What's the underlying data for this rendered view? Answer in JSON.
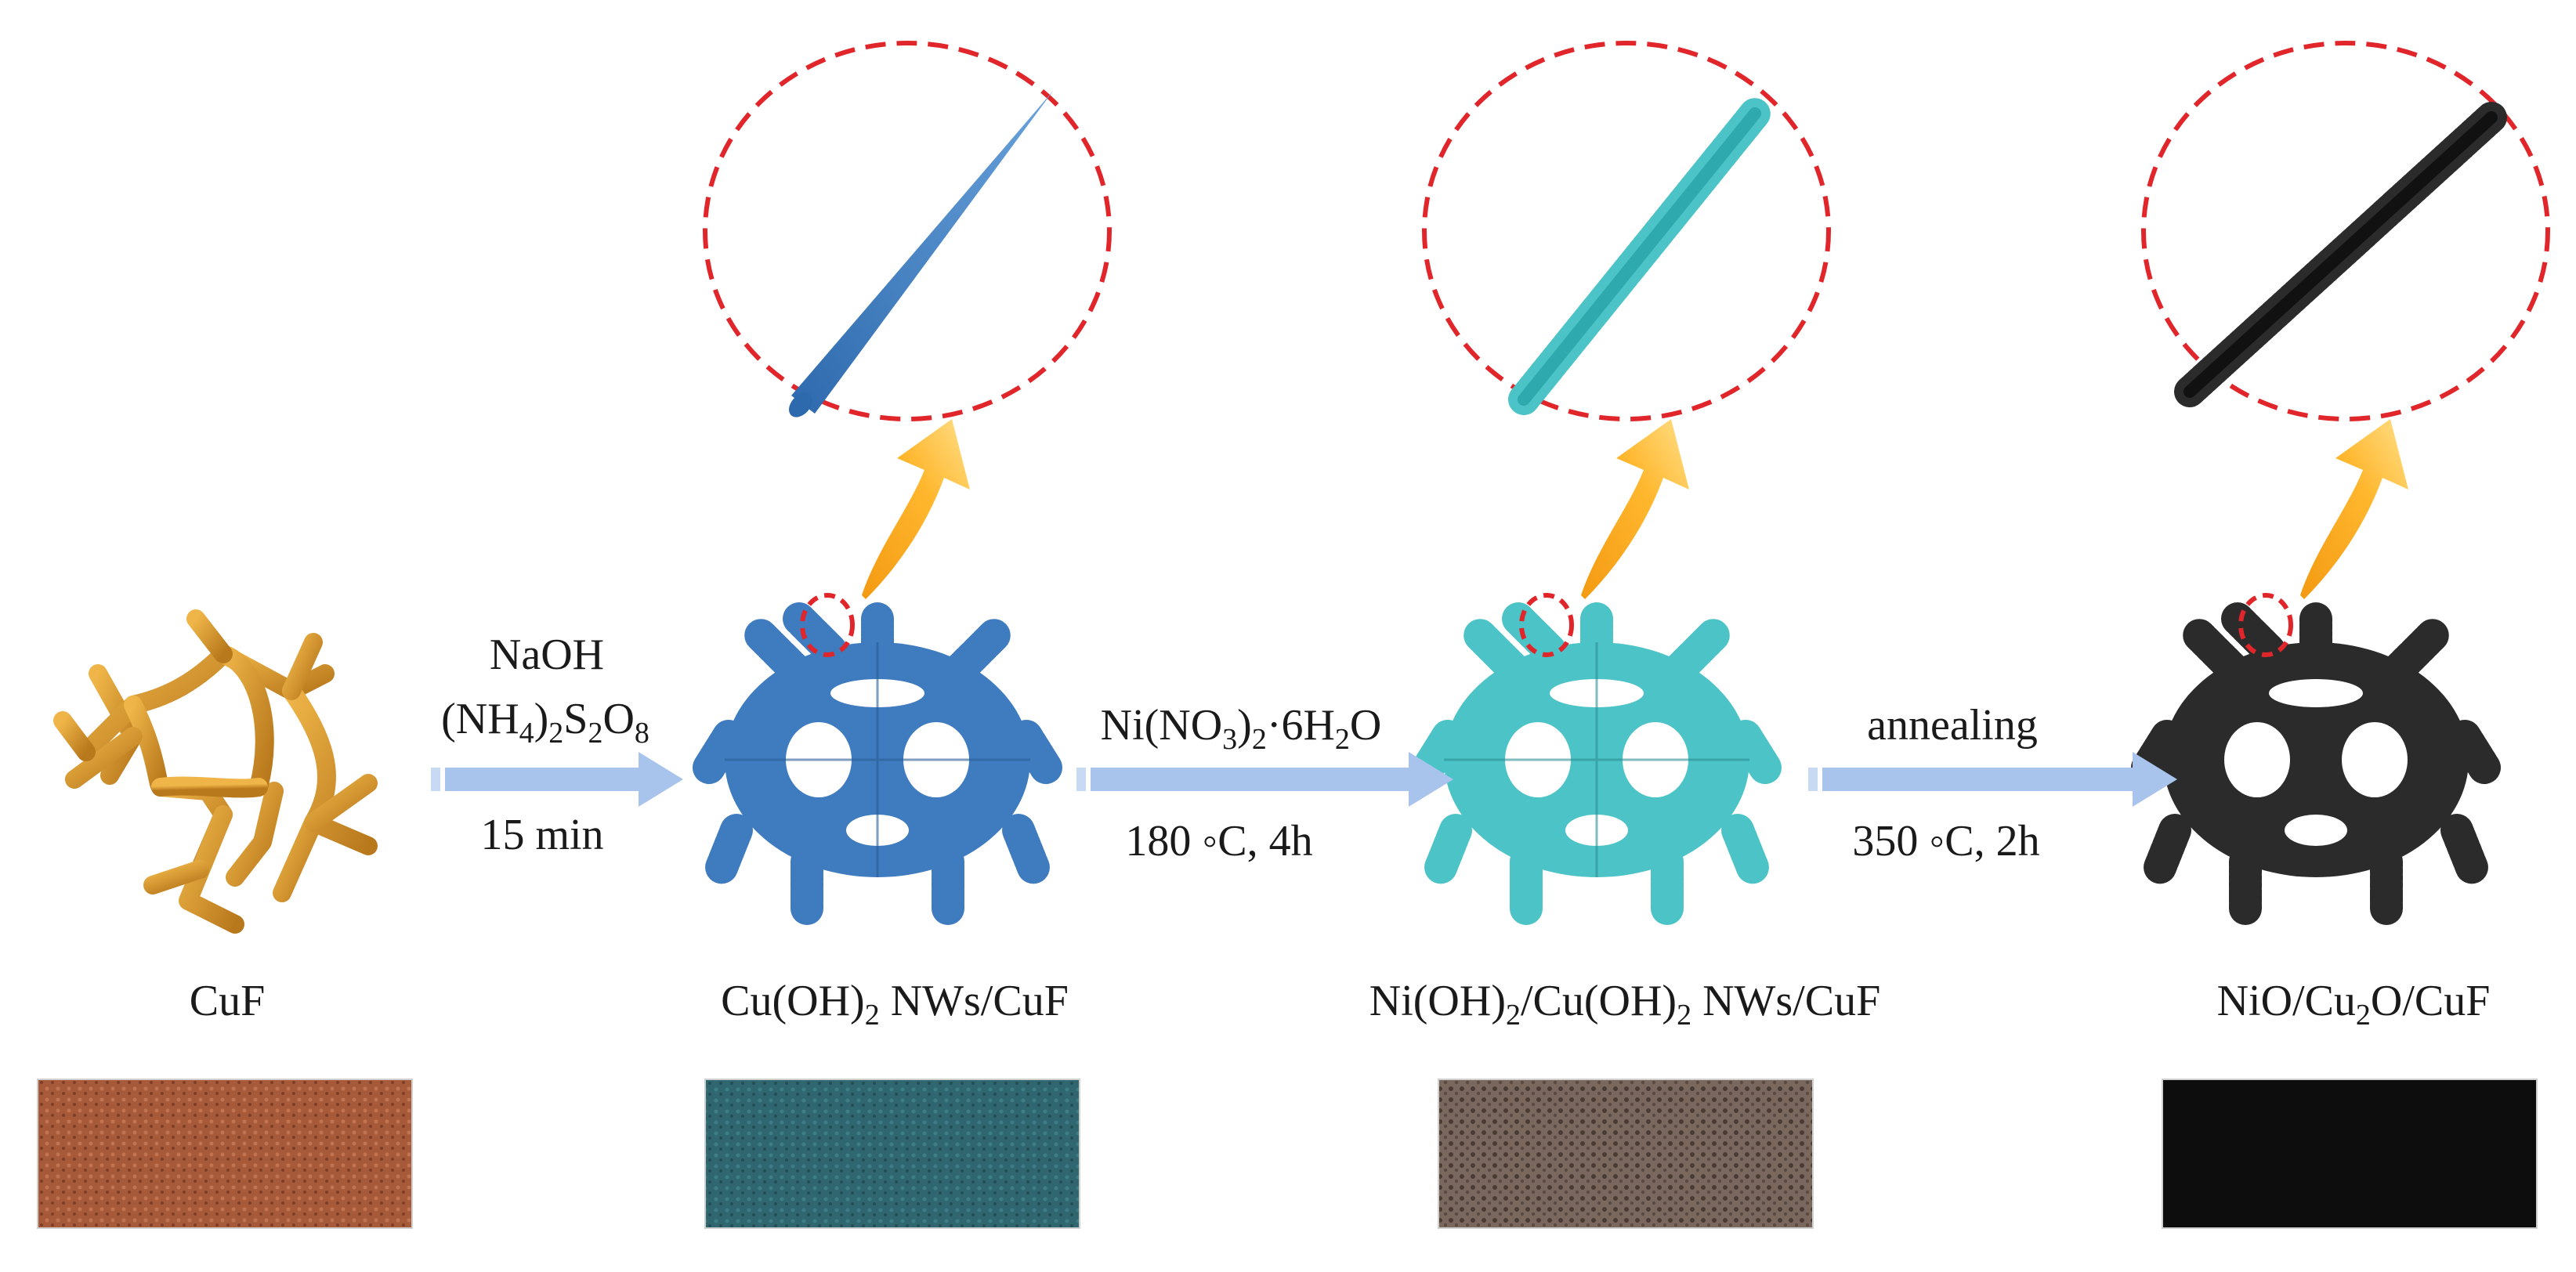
{
  "steps": [
    {
      "id": "cuf",
      "label": "CuF"
    },
    {
      "id": "cuoh",
      "label_parts": [
        "Cu(OH)",
        "2",
        " NWs/CuF"
      ]
    },
    {
      "id": "nioh",
      "label_parts": [
        "Ni(OH)",
        "2",
        "/Cu(OH)",
        "2",
        " NWs/CuF"
      ]
    },
    {
      "id": "nio",
      "label_parts": [
        "NiO/Cu",
        "2",
        "O/CuF"
      ]
    }
  ],
  "arrows": [
    {
      "id": "arrow1",
      "above": [
        {
          "parts": [
            "NaOH"
          ]
        },
        {
          "parts": [
            "(NH",
            "4",
            ")",
            "2",
            "S",
            "2",
            "O",
            "8"
          ]
        }
      ],
      "below": [
        {
          "parts": [
            "15 min"
          ]
        }
      ]
    },
    {
      "id": "arrow2",
      "above": [
        {
          "parts": [
            "Ni(NO",
            "3",
            ")",
            "2",
            "·6H",
            "2",
            "O"
          ]
        }
      ],
      "below": [
        {
          "parts": [
            "180 ◦C,  4h"
          ]
        }
      ]
    },
    {
      "id": "arrow3",
      "above": [
        {
          "parts": [
            "annealing"
          ]
        }
      ],
      "below": [
        {
          "parts": [
            "350 ◦C,  2h"
          ]
        }
      ]
    }
  ],
  "colors": {
    "copper_foam": "#d99a2b",
    "cu_oh_nanowire": "#3f7bbf",
    "ni_oh_nanowire": "#4cc3c7",
    "nio_nanowire": "#2b2b2b",
    "process_arrow": "#a9c4ec",
    "zoom_arrow": "#f5a21b",
    "dashed_ellipse": "#e0262a",
    "photo_cuf": "#a65a3a",
    "photo_cuoh": "#2f6670",
    "photo_nioh": "#6b5a52",
    "photo_nio": "#0d0d0d"
  },
  "icons": [
    "copper-foam-icon",
    "nanowire-foam-icon",
    "nanowire-zoom-icon",
    "curved-zoom-arrow-icon",
    "process-arrow-icon"
  ]
}
